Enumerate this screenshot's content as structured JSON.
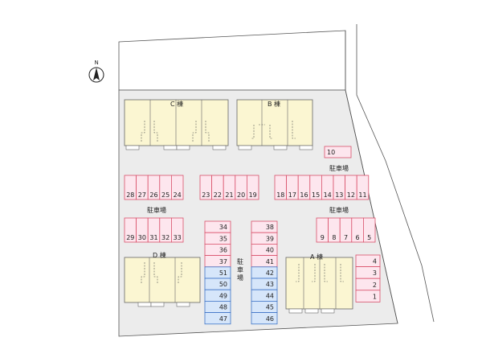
{
  "compass": {
    "label": "N"
  },
  "buildings": {
    "c": {
      "label": "C 棟"
    },
    "b": {
      "label": "B 棟"
    },
    "d": {
      "label": "D 棟"
    },
    "a": {
      "label": "A 棟"
    }
  },
  "parking_labels": {
    "left": "駐車場",
    "right_upper": "駐車場",
    "right_lower": "駐車場",
    "center_vertical": "駐車場"
  },
  "colors": {
    "pink_fill": "#fde6ee",
    "pink_stroke": "#d9506a",
    "blue_fill": "#d6e6fa",
    "blue_stroke": "#3e73c6",
    "building_fill": "#fbf6d2",
    "lot_ground": "#ececec"
  },
  "lots": {
    "row_24_28": [
      "28",
      "27",
      "26",
      "25",
      "24"
    ],
    "row_19_23": [
      "23",
      "22",
      "21",
      "20",
      "19"
    ],
    "row_11_18": [
      "18",
      "17",
      "16",
      "15",
      "14",
      "13",
      "12",
      "11"
    ],
    "lot_10": "10",
    "row_29_33": [
      "29",
      "30",
      "31",
      "32",
      "33"
    ],
    "row_5_9": [
      "9",
      "8",
      "7",
      "6",
      "5"
    ],
    "col_1_4": [
      "4",
      "3",
      "2",
      "1"
    ],
    "col_left": [
      {
        "n": "34",
        "type": "pink"
      },
      {
        "n": "35",
        "type": "pink"
      },
      {
        "n": "36",
        "type": "pink"
      },
      {
        "n": "37",
        "type": "pink"
      },
      {
        "n": "51",
        "type": "blue"
      },
      {
        "n": "50",
        "type": "blue"
      },
      {
        "n": "49",
        "type": "blue"
      },
      {
        "n": "48",
        "type": "blue"
      },
      {
        "n": "47",
        "type": "blue"
      }
    ],
    "col_right": [
      {
        "n": "38",
        "type": "pink"
      },
      {
        "n": "39",
        "type": "pink"
      },
      {
        "n": "40",
        "type": "pink"
      },
      {
        "n": "41",
        "type": "pink"
      },
      {
        "n": "42",
        "type": "blue"
      },
      {
        "n": "43",
        "type": "blue"
      },
      {
        "n": "44",
        "type": "blue"
      },
      {
        "n": "45",
        "type": "blue"
      },
      {
        "n": "46",
        "type": "blue"
      }
    ]
  }
}
